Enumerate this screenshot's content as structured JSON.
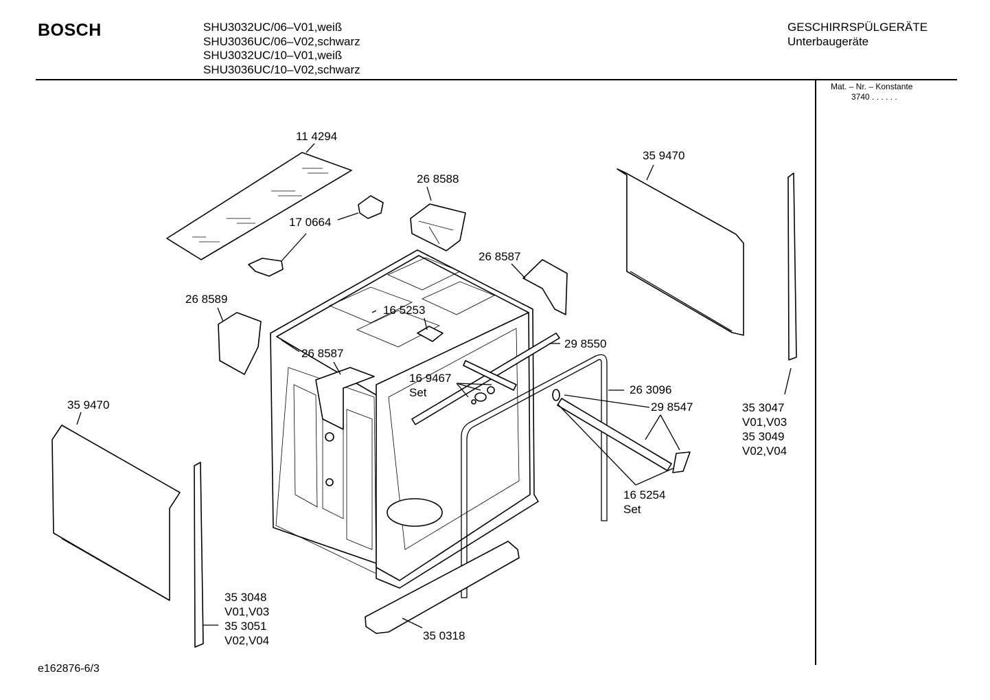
{
  "header": {
    "brand": "BOSCH",
    "models": [
      "SHU3032UC/06–V01,weiß",
      "SHU3036UC/06–V02,schwarz",
      "SHU3032UC/10–V01,weiß",
      "SHU3036UC/10–V02,schwarz"
    ],
    "category": "GESCHIRRSPÜLGERÄTE",
    "subcategory": "Unterbaugeräte"
  },
  "sidebar": {
    "mat_label": "Mat. – Nr. – Konstante",
    "mat_value": "3740  .  .    .  .  .  ."
  },
  "parts": {
    "p114294": "11 4294",
    "p268588": "26 8588",
    "p170664": "17 0664",
    "p268587a": "26 8587",
    "p268589": "26 8589",
    "p165253": "16 5253",
    "p268587b": "26 8587",
    "p298550": "29 8550",
    "p169467": "16 9467",
    "p169467set": "Set",
    "p263096": "26 3096",
    "p298547": "29 8547",
    "p165254": "16 5254",
    "p165254set": "Set",
    "p359470a": "35 9470",
    "p359470b": "35 9470",
    "p353047": "35 3047",
    "p353047var": "V01,V03",
    "p353049": "35 3049",
    "p353049var": "V02,V04",
    "p353048": "35 3048",
    "p353048var": "V01,V03",
    "p353051": "35 3051",
    "p353051var": "V02,V04",
    "p350318": "35 0318"
  },
  "footer": {
    "code": "e162876-6/3"
  }
}
